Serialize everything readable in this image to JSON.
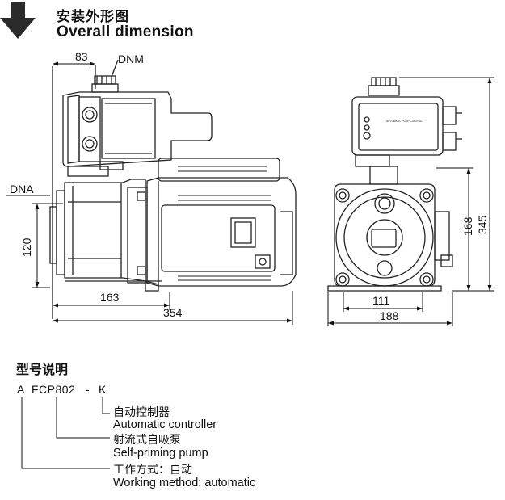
{
  "header": {
    "title_cn": "安装外形图",
    "title_en": "Overall dimension",
    "arrow_icon": "down-arrow-icon"
  },
  "drawing": {
    "side_view": {
      "dim_top": "83",
      "label_outlet": "DNM",
      "label_inlet": "DNA",
      "dim_height": "120",
      "dim_inlet": "163",
      "dim_length": "354"
    },
    "front_view": {
      "controller_title": "AUTOMATIC PUMP CONTROL",
      "dim_controller_height": "168",
      "dim_total_height": "345",
      "dim_base": "111",
      "dim_width": "188"
    }
  },
  "model": {
    "section_title": "型号说明",
    "codes": [
      "A",
      "FCP802",
      "-",
      "K"
    ],
    "items": [
      {
        "cn": "自动控制器",
        "en": "Automatic controller"
      },
      {
        "cn": "射流式自吸泵",
        "en": "Self-priming pump"
      },
      {
        "cn": "工作方式：自动",
        "en": "Working method: automatic"
      }
    ]
  }
}
